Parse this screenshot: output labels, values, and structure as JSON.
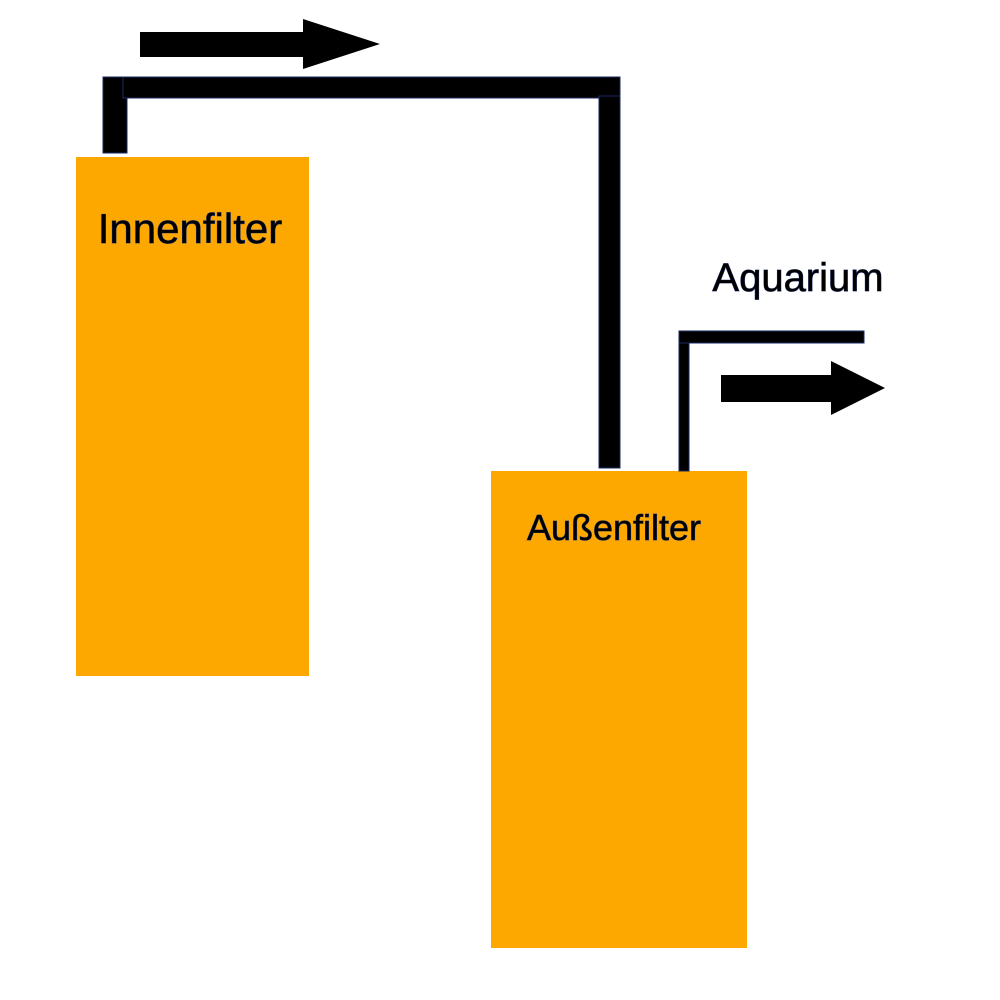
{
  "labels": {
    "inner_filter": "Innenfilter",
    "outer_filter": "Außenfilter",
    "aquarium": "Aquarium"
  },
  "colors": {
    "filter_fill": "#FCA800",
    "pipe": "#000000",
    "pipe_edge": "#1a2a66",
    "text": "#000000",
    "background": "#FFFFFF"
  },
  "icons": {
    "flow_arrow_top": "arrow-right-icon",
    "flow_arrow_outlet": "arrow-right-icon"
  }
}
